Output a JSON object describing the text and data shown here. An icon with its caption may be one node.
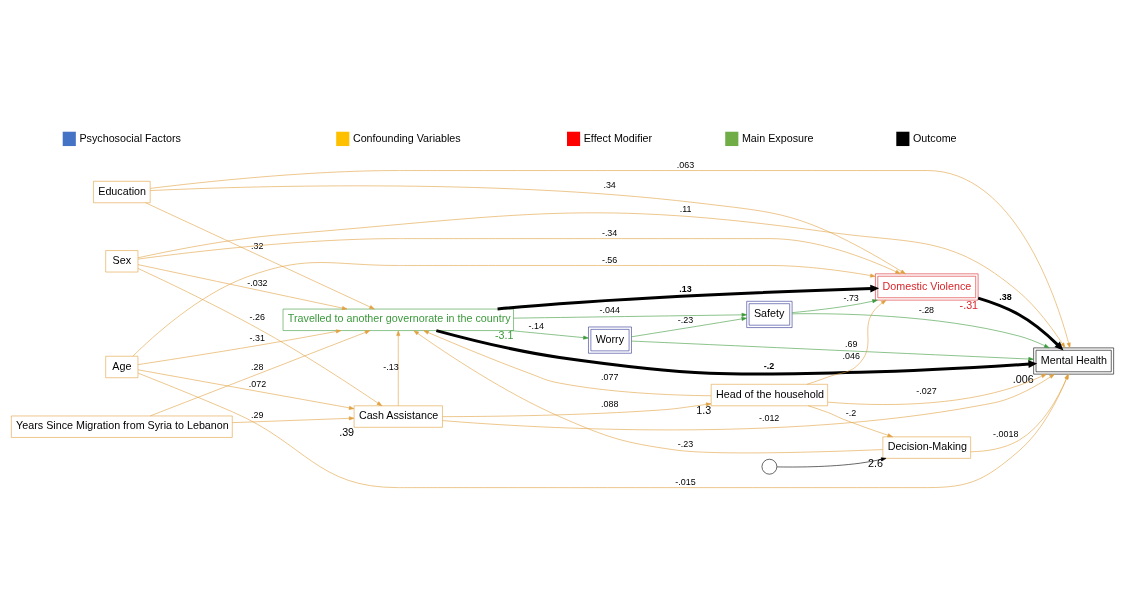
{
  "diagram": {
    "nodes": [
      {
        "text": [
          "Worry"
        ]
      },
      {
        "text": [
          "Safety"
        ]
      },
      {
        "text": [
          "Education"
        ]
      },
      {
        "text": [
          "Sex"
        ]
      },
      {
        "text": [
          "Travelled to another governorate in the country"
        ],
        "beside": [
          "-3.1"
        ]
      },
      {
        "text": [
          "Domestic Violence"
        ],
        "beside": [
          "-.31"
        ]
      },
      {
        "text": [
          "Mental Health"
        ],
        "beside": [
          ".006"
        ]
      },
      {
        "text": [
          "Age"
        ]
      },
      {
        "text": [
          "Head of the household"
        ],
        "beside": [
          "1.3"
        ]
      },
      {
        "text": [
          "Decision-Making"
        ],
        "beside": [
          "2.6"
        ]
      },
      {
        "text": [
          "Years Since Migration from Syria to Lebanon"
        ]
      },
      {
        "text": [
          "Cash Assistance"
        ],
        "beside": [
          ".39"
        ]
      },
      {
        "text": [],
        "shape": "circle"
      }
    ],
    "edges": [
      {
        "from": 4,
        "to": 0,
        "arrow": "to",
        "label": "-.14",
        "color": "#3c9a3c"
      },
      {
        "from": 4,
        "to": 1,
        "arrow": "to",
        "label": "-.044",
        "color": "#3c9a3c"
      },
      {
        "from": 0,
        "to": 1,
        "arrow": "to",
        "label": "-.23",
        "color": "#3c9a3c"
      },
      {
        "from": 0,
        "to": 6,
        "arrow": "to",
        "label": ".69",
        "color": "#3c9a3c"
      },
      {
        "from": 1,
        "to": 6,
        "arrow": "to",
        "label": "-.28",
        "color": "#3c9a3c"
      },
      {
        "from": 1,
        "to": 5,
        "arrow": "to",
        "label": "-.73",
        "color": "#3c9a3c"
      },
      {
        "from": 2,
        "to": 4,
        "arrow": "to",
        "label": ".32"
      },
      {
        "from": 2,
        "to": 5,
        "arrow": "to",
        "label": ".34"
      },
      {
        "from": 2,
        "to": 6,
        "arrow": "to",
        "label": ".063"
      },
      {
        "from": 3,
        "to": 4,
        "arrow": "to",
        "label": "-.032"
      },
      {
        "from": 3,
        "to": 5,
        "arrow": "to",
        "label": "-.34"
      },
      {
        "from": 3,
        "to": 6,
        "arrow": "to",
        "label": ".11"
      },
      {
        "from": 3,
        "to": 11,
        "arrow": "to",
        "label": "-.26"
      },
      {
        "from": 4,
        "to": 6,
        "arrow": "to",
        "label": "-.2",
        "style": "thick",
        "color": "#000000"
      },
      {
        "from": 4,
        "to": 5,
        "arrow": "to",
        "label": ".13",
        "style": "thick",
        "color": "#000000"
      },
      {
        "from": 5,
        "to": 6,
        "arrow": "to",
        "label": ".38",
        "style": "thick",
        "color": "#000000"
      },
      {
        "from": 7,
        "to": 4,
        "arrow": "to",
        "label": "-.31"
      },
      {
        "from": 7,
        "to": 5,
        "arrow": "to",
        "label": "-.56"
      },
      {
        "from": 7,
        "to": 6,
        "arrow": "to",
        "label": "-.015"
      },
      {
        "from": 7,
        "to": 11,
        "arrow": "to",
        "label": ".072"
      },
      {
        "from": 8,
        "to": 4,
        "arrow": "to",
        "label": ".077"
      },
      {
        "from": 9,
        "to": 4,
        "arrow": "to",
        "label": "-.23"
      },
      {
        "from": 10,
        "to": 4,
        "arrow": "to",
        "label": ".28"
      },
      {
        "from": 11,
        "to": 4,
        "arrow": "to",
        "label": "-.13"
      },
      {
        "from": 10,
        "to": 11,
        "arrow": "to",
        "label": ".29"
      },
      {
        "from": 8,
        "to": 5,
        "arrow": "to",
        "label": ".046"
      },
      {
        "from": 8,
        "to": 6,
        "arrow": "to",
        "label": "-.027"
      },
      {
        "from": 8,
        "to": 9,
        "arrow": "to",
        "label": "-.2"
      },
      {
        "from": 11,
        "to": 8,
        "arrow": "to",
        "label": ".088"
      },
      {
        "from": 11,
        "to": 6,
        "arrow": "to",
        "label": "-.012"
      },
      {
        "from": 9,
        "to": 6,
        "arrow": "to",
        "label": "-.0018"
      },
      {
        "from": 12,
        "to": 9,
        "arrow": "to",
        "color": "#000000"
      }
    ],
    "legend": [
      {
        "text": "Psychosocial Factors",
        "color": "#4472c4"
      },
      {
        "text": "Confounding Variables",
        "color": "#ffc000"
      },
      {
        "text": "Effect Modifier",
        "color": "#ff0000"
      },
      {
        "text": "Main Exposure",
        "color": "#70ad47"
      },
      {
        "text": "Outcome",
        "color": "#000000"
      }
    ]
  }
}
